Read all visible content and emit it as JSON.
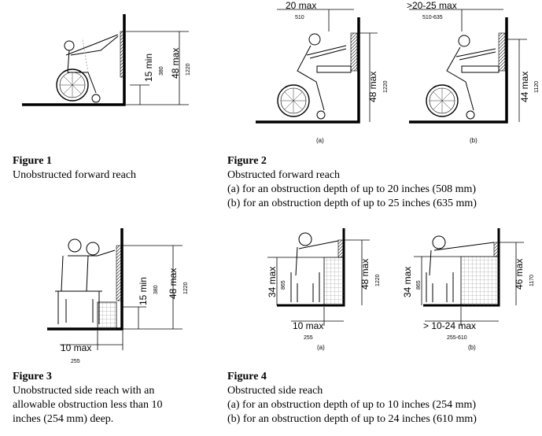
{
  "figures": [
    {
      "title": "Figure 1",
      "lines": [
        "Unobstructed forward reach"
      ],
      "dims": {
        "v1": "15 min",
        "v1_mm": "380",
        "v2": "48 max",
        "v2_mm": "1220"
      }
    },
    {
      "title": "Figure 2",
      "lines": [
        "Obstructed forward reach",
        "(a) for an obstruction depth of up to 20 inches (508 mm)",
        "(b) for an obstruction depth of up to 25 inches (635 mm)"
      ],
      "panels": [
        {
          "label": "(a)",
          "h": "20 max",
          "h_mm": "510",
          "v": "48 max",
          "v_mm": "1220"
        },
        {
          "label": "(b)",
          "h": ">20-25 max",
          "h_mm": "510-635",
          "v": "44 max",
          "v_mm": "1120"
        }
      ]
    },
    {
      "title": "Figure 3",
      "lines": [
        "Unobstructed side reach with an",
        "allowable obstruction less than 10",
        "inches (254 mm) deep."
      ],
      "dims": {
        "v1": "15 min",
        "v1_mm": "380",
        "v2": "48 max",
        "v2_mm": "1220",
        "h": "10 max",
        "h_mm": "255"
      }
    },
    {
      "title": "Figure 4",
      "lines": [
        "Obstructed side reach",
        "(a)  for an obstruction depth of up to 10 inches (254 mm)",
        "(b)  for an obstruction depth of up to 24 inches (610 mm)"
      ],
      "panels": [
        {
          "label": "(a)",
          "v1": "34 max",
          "v1_mm": "865",
          "v2": "48 max",
          "v2_mm": "1220",
          "h": "10 max",
          "h_mm": "255"
        },
        {
          "label": "(b)",
          "v1": "34 max",
          "v1_mm": "865",
          "v2": "46 max",
          "v2_mm": "1170",
          "h": "> 10-24 max",
          "h_mm": "255-610"
        }
      ]
    }
  ]
}
